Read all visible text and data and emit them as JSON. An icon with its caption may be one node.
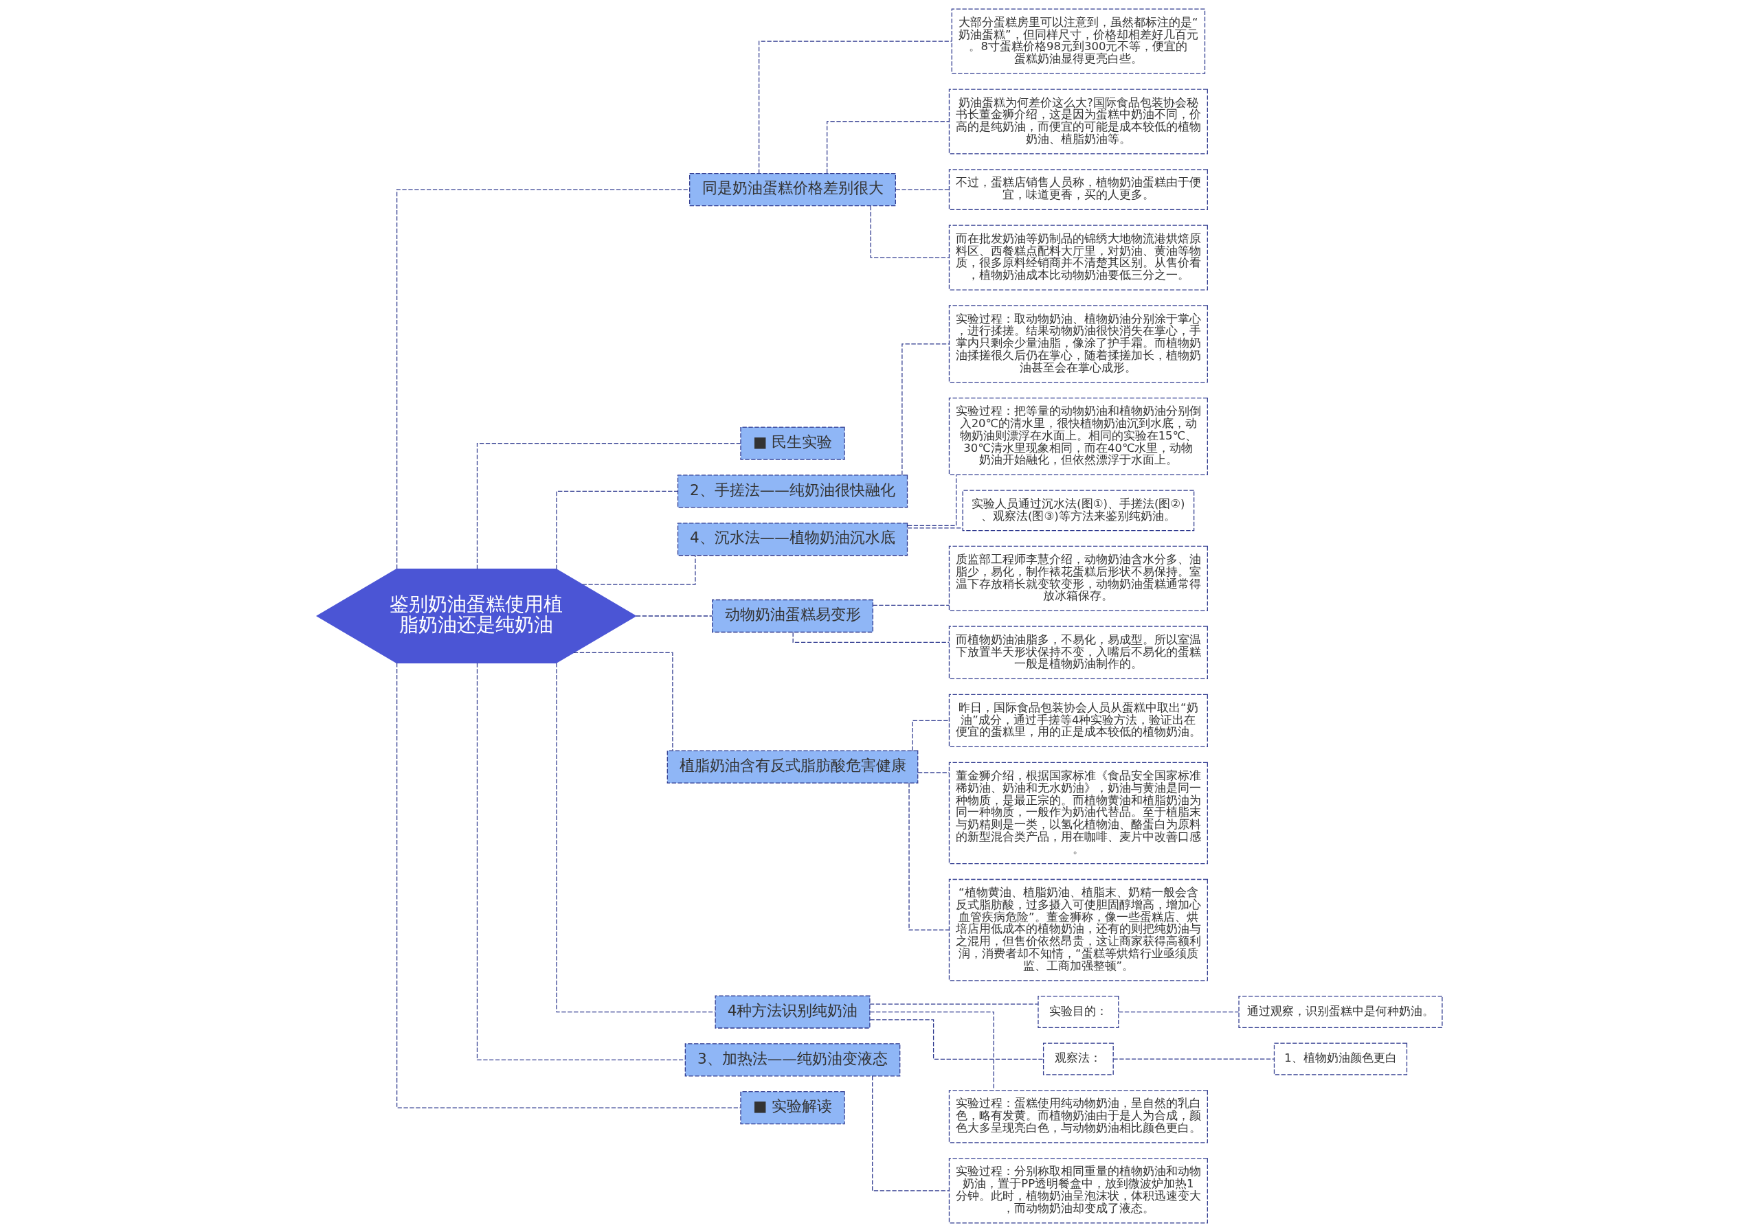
{
  "diagram": {
    "nodes": [
      {
        "text": [
          "鉴别奶油蛋糕使用植脂奶油还是纯奶油"
        ]
      },
      {
        "text": [
          "同是奶油蛋糕价格差别很大"
        ]
      },
      {
        "text": [
          "大部分蛋糕房里可以注意到，虽然都标注的是“奶油蛋糕”，但同样尺寸，价格却相差好几百元。8寸蛋糕价格98元到300元不等，便宜的蛋糕奶油显得更亮白些。"
        ]
      },
      {
        "text": [
          "奶油蛋糕为何差价这么大?国际食品包装协会秘书长董金狮介绍，这是因为蛋糕中奶油不同，价高的是纯奶油，而便宜的可能是成本较低的植物奶油、植脂奶油等。"
        ]
      },
      {
        "text": [
          "不过，蛋糕店销售人员称，植物奶油蛋糕由于便宜，味道更香，买的人更多。"
        ]
      },
      {
        "text": [
          "而在批发奶油等奶制品的锦绣大地物流港烘焙原料区、西餐糕点配料大厅里，对奶油、黄油等物质，很多原料经销商并不清楚其区别。从售价看，植物奶油成本比动物奶油要低三分之一。"
        ]
      },
      {
        "text": [
          "■ 民生实验"
        ]
      },
      {
        "text": [
          "2、手搓法——纯奶油很快融化"
        ]
      },
      {
        "text": [
          "实验过程：取动物奶油、植物奶油分别涂于掌心，进行揉搓。结果动物奶油很快消失在掌心，手掌内只剩余少量油脂，像涂了护手霜。而植物奶油揉搓很久后仍在掌心，随着揉搓加长，植物奶油甚至会在掌心成形。"
        ]
      },
      {
        "text": [
          "4、沉水法——植物奶油沉水底"
        ]
      },
      {
        "text": [
          "实验过程：把等量的动物奶油和植物奶油分别倒入20℃的清水里，很快植物奶油沉到水底，动物奶油则漂浮在水面上。相同的实验在15℃、30℃清水里现象相同，而在40℃水里，动物奶油开始融化，但依然漂浮于水面上。"
        ]
      },
      {
        "text": [
          "实验人员通过沉水法(图①)、手搓法(图②)、观察法(图③)等方法来鉴别纯奶油。"
        ]
      },
      {
        "text": [
          "动物奶油蛋糕易变形"
        ]
      },
      {
        "text": [
          "质监部工程师李慧介绍，动物奶油含水分多、油脂少，易化，制作裱花蛋糕后形状不易保持。室温下存放稍长就变软变形，动物奶油蛋糕通常得放冰箱保存。"
        ]
      },
      {
        "text": [
          "而植物奶油油脂多，不易化，易成型。所以室温下放置半天形状保持不变，入嘴后不易化的蛋糕一般是植物奶油制作的。"
        ]
      },
      {
        "text": [
          "植脂奶油含有反式脂肪酸危害健康"
        ]
      },
      {
        "text": [
          "昨日，国际食品包装协会人员从蛋糕中取出“奶油”成分，通过手搓等4种实验方法，验证出在便宜的蛋糕里，用的正是成本较低的植物奶油。"
        ]
      },
      {
        "text": [
          "董金狮介绍，根据国家标准《食品安全国家标准稀奶油、奶油和无水奶油》，奶油与黄油是同一种物质，是最正宗的。而植物黄油和植脂奶油为同一种物质，一般作为奶油代替品。至于植脂末与奶精则是一类，以氢化植物油、酪蛋白为原料的新型混合类产品，用在咖啡、麦片中改善口感。"
        ]
      },
      {
        "text": [
          "“植物黄油、植脂奶油、植脂末、奶精一般会含反式脂肪酸，过多摄入可使胆固醇增高，增加心血管疾病危险”。董金狮称，像一些蛋糕店、烘培店用低成本的植物奶油，还有的则把纯奶油与之混用，但售价依然昂贵，这让商家获得高额利润，消费者却不知情，“蛋糕等烘焙行业亟须质监、工商加强整顿”。"
        ]
      },
      {
        "text": [
          "4种方法识别纯奶油"
        ]
      },
      {
        "text": [
          "实验目的："
        ]
      },
      {
        "text": [
          "通过观察，识别蛋糕中是何种奶油。"
        ]
      },
      {
        "text": [
          "观察法："
        ]
      },
      {
        "text": [
          "1、植物奶油颜色更白"
        ]
      },
      {
        "text": [
          "实验过程：蛋糕使用纯动物奶油，呈自然的乳白色，略有发黄。而植物奶油由于是人为合成，颜色大多呈现亮白色，与动物奶油相比颜色更白。"
        ]
      },
      {
        "text": [
          "3、加热法——纯奶油变液态"
        ]
      },
      {
        "text": [
          "实验过程：分别称取相同重量的植物奶油和动物奶油，置于PP透明餐盒中，放到微波炉加热1分钟。此时，植物奶油呈泡沫状，体积迅速变大，而动物奶油却变成了液态。"
        ]
      },
      {
        "text": [
          "■ 实验解读"
        ]
      }
    ],
    "edges": [
      {
        "from": 0,
        "to": 1,
        "arrow": "none"
      },
      {
        "from": 1,
        "to": 2,
        "arrow": "none"
      },
      {
        "from": 1,
        "to": 3,
        "arrow": "none"
      },
      {
        "from": 1,
        "to": 4,
        "arrow": "none"
      },
      {
        "from": 1,
        "to": 5,
        "arrow": "none"
      },
      {
        "from": 0,
        "to": 6,
        "arrow": "none"
      },
      {
        "from": 0,
        "to": 7,
        "arrow": "none"
      },
      {
        "from": 7,
        "to": 8,
        "arrow": "none"
      },
      {
        "from": 0,
        "to": 9,
        "arrow": "none"
      },
      {
        "from": 9,
        "to": 10,
        "arrow": "none"
      },
      {
        "from": 9,
        "to": 11,
        "arrow": "none"
      },
      {
        "from": 0,
        "to": 12,
        "arrow": "none"
      },
      {
        "from": 12,
        "to": 13,
        "arrow": "none"
      },
      {
        "from": 12,
        "to": 14,
        "arrow": "none"
      },
      {
        "from": 0,
        "to": 15,
        "arrow": "none"
      },
      {
        "from": 15,
        "to": 16,
        "arrow": "none"
      },
      {
        "from": 15,
        "to": 17,
        "arrow": "none"
      },
      {
        "from": 15,
        "to": 18,
        "arrow": "none"
      },
      {
        "from": 0,
        "to": 19,
        "arrow": "none"
      },
      {
        "from": 19,
        "to": 20,
        "arrow": "none"
      },
      {
        "from": 20,
        "to": 21,
        "arrow": "none"
      },
      {
        "from": 19,
        "to": 22,
        "arrow": "none"
      },
      {
        "from": 22,
        "to": 23,
        "arrow": "none"
      },
      {
        "from": 19,
        "to": 24,
        "arrow": "none"
      },
      {
        "from": 0,
        "to": 25,
        "arrow": "none"
      },
      {
        "from": 25,
        "to": 26,
        "arrow": "none"
      },
      {
        "from": 0,
        "to": 27,
        "arrow": "none"
      }
    ]
  }
}
